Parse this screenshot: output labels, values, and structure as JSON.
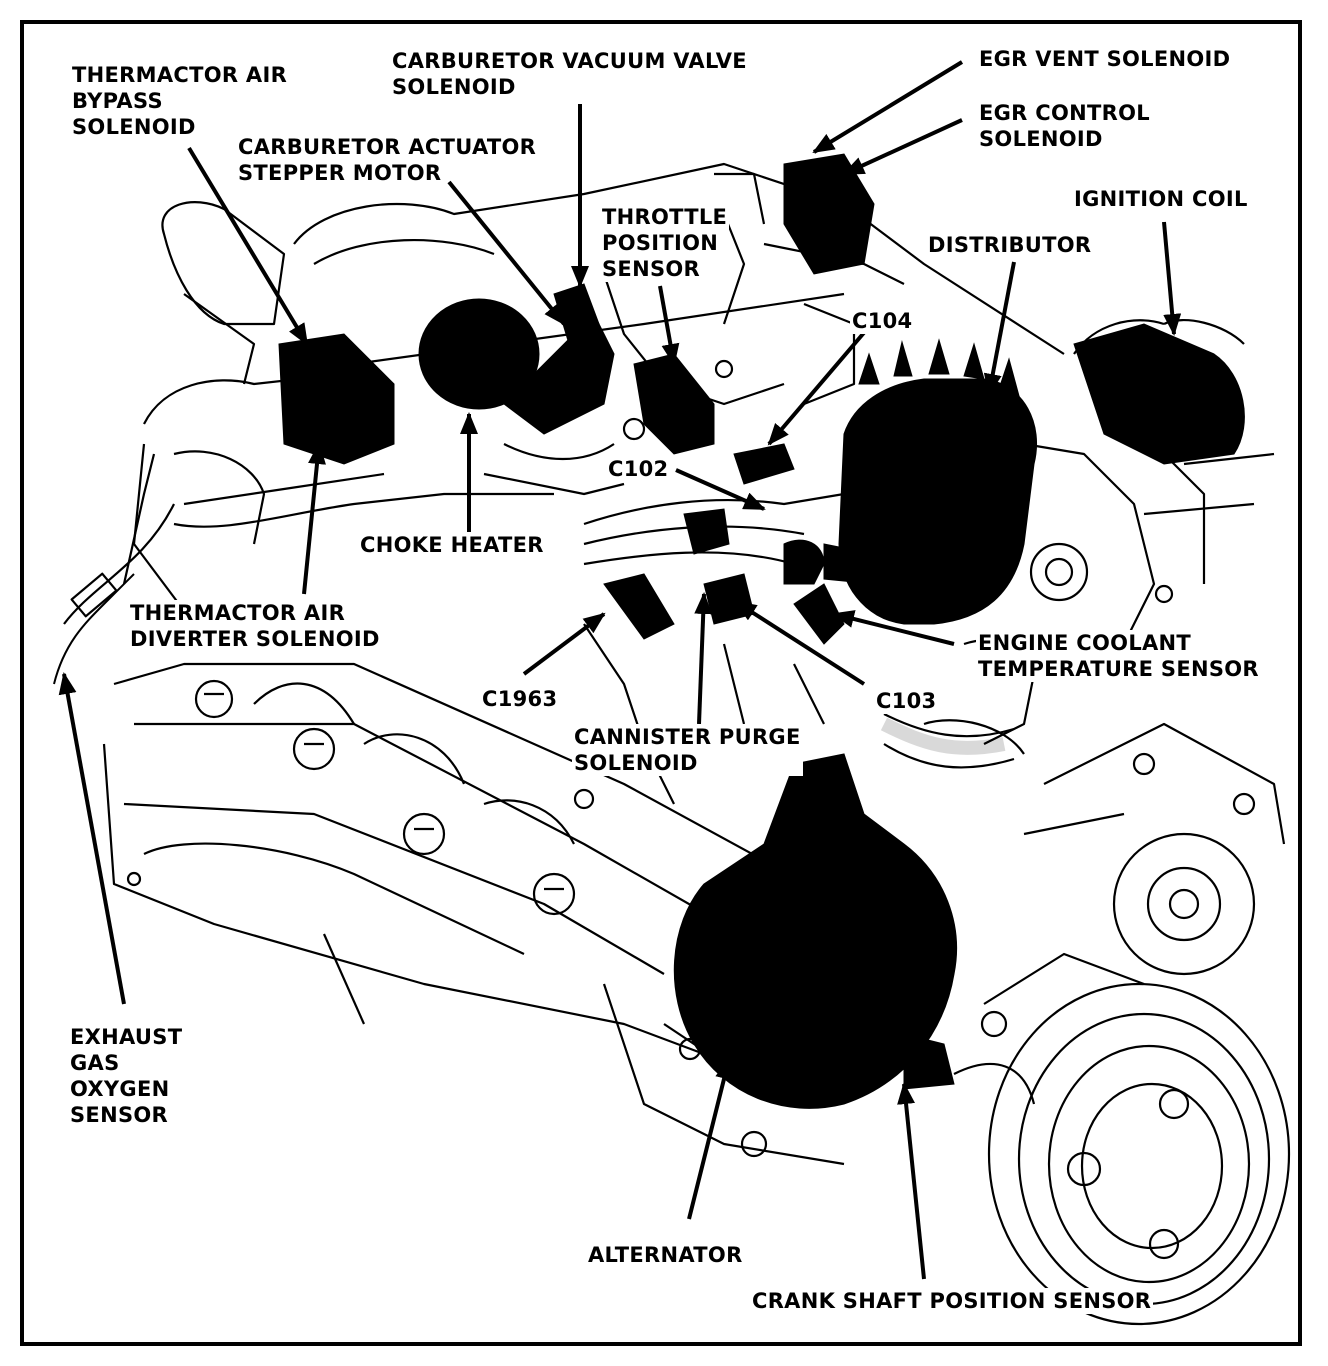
{
  "colors": {
    "ink": "#000000",
    "paper": "#ffffff"
  },
  "labels": {
    "thermactor_air_bypass_solenoid": "THERMACTOR AIR\nBYPASS\nSOLENOID",
    "carburetor_vacuum_valve_solenoid": "CARBURETOR VACUUM VALVE\nSOLENOID",
    "egr_vent_solenoid": "EGR VENT SOLENOID",
    "egr_control_solenoid": "EGR CONTROL\nSOLENOID",
    "carburetor_actuator_stepper_motor": "CARBURETOR ACTUATOR\nSTEPPER MOTOR",
    "throttle_position_sensor": "THROTTLE\nPOSITION\nSENSOR",
    "ignition_coil": "IGNITION COIL",
    "distributor": "DISTRIBUTOR",
    "c104": "C104",
    "c102": "C102",
    "choke_heater": "CHOKE HEATER",
    "thermactor_air_diverter_solenoid": "THERMACTOR AIR\nDIVERTER SOLENOID",
    "engine_coolant_temperature_sensor": "ENGINE COOLANT\nTEMPERATURE SENSOR",
    "c1963": "C1963",
    "c103": "C103",
    "cannister_purge_solenoid": "CANNISTER PURGE\nSOLENOID",
    "exhaust_gas_oxygen_sensor": "EXHAUST\nGAS\nOXYGEN\nSENSOR",
    "alternator": "ALTERNATOR",
    "crank_shaft_position_sensor": "CRANK SHAFT POSITION SENSOR"
  }
}
